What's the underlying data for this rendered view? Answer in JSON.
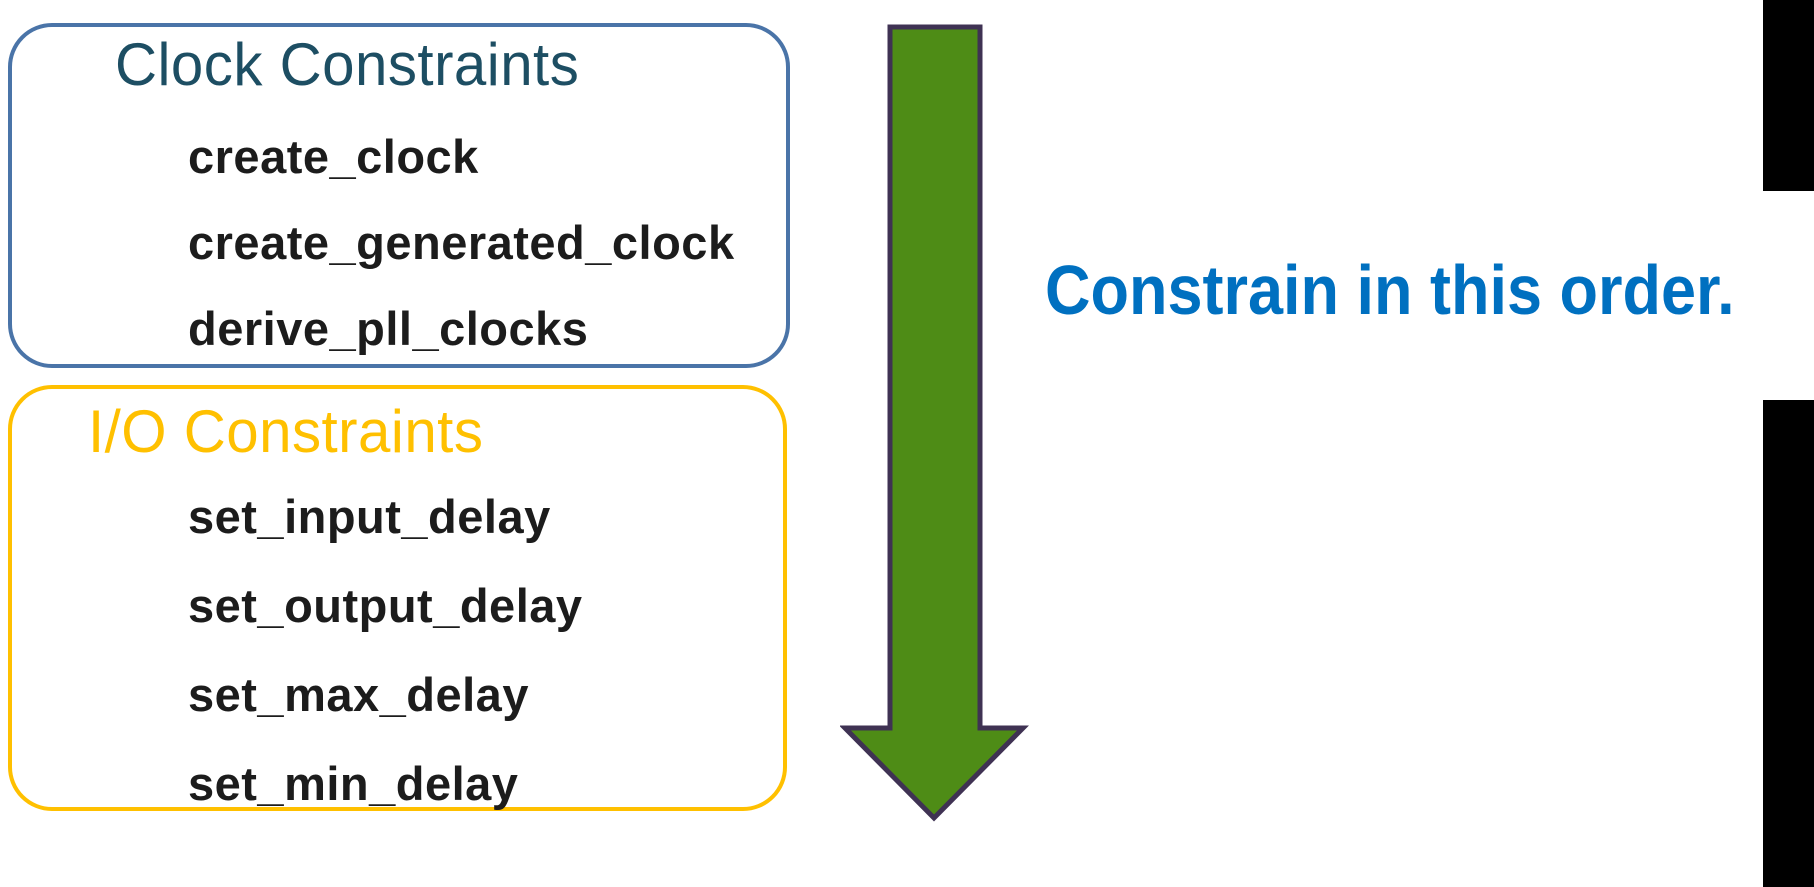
{
  "background_color": "#ffffff",
  "item_text_color": "#1c1c1c",
  "redaction_color": "#000000",
  "clock_box": {
    "title": "Clock Constraints",
    "title_color": "#1d4e63",
    "border_color": "#4a74a8",
    "items": [
      "create_clock",
      "create_generated_clock",
      "derive_pll_clocks"
    ]
  },
  "io_box": {
    "title": "I/O Constraints",
    "title_color": "#ffc000",
    "border_color": "#ffc000",
    "items": [
      "set_input_delay",
      "set_output_delay",
      "set_max_delay",
      "set_min_delay"
    ]
  },
  "arrow": {
    "name": "down-arrow",
    "fill": "#4e8c16",
    "stroke": "#3f3253"
  },
  "caption": {
    "text": "Constrain in this order.",
    "color": "#0070c0"
  }
}
